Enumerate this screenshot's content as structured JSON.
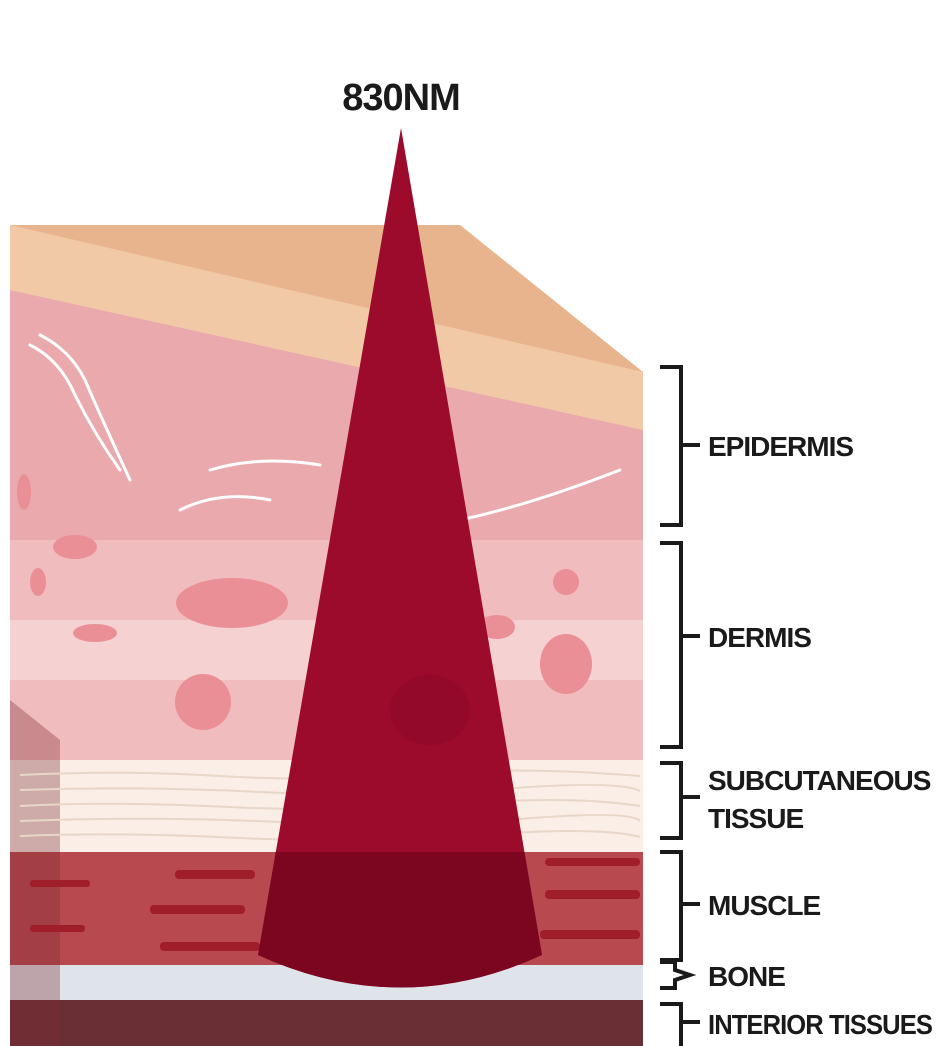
{
  "wavelength_label": "830NM",
  "layers": [
    {
      "id": "epidermis",
      "label_lines": [
        "EPIDERMIS"
      ]
    },
    {
      "id": "dermis",
      "label_lines": [
        "DERMIS"
      ]
    },
    {
      "id": "subcutaneous",
      "label_lines": [
        "SUBCUTANEOUS",
        "TISSUE"
      ]
    },
    {
      "id": "muscle",
      "label_lines": [
        "MUSCLE"
      ]
    },
    {
      "id": "bone",
      "label_lines": [
        "BONE"
      ]
    },
    {
      "id": "interior",
      "label_lines": [
        "INTERIOR TISSUES"
      ]
    }
  ],
  "colors": {
    "top_surface": "#e8b48d",
    "epidermis_band": "#f2c9a6",
    "epidermis_pink": "#e9a9ad",
    "dermis_light": "#f6d1d1",
    "dermis_mid": "#f1bcbe",
    "subcutaneous": "#faeee6",
    "muscle": "#b8494e",
    "muscle_stripe": "#a01d2a",
    "bone": "#dfe3ea",
    "interior": "#6a2f35",
    "beam": "#9c0a2c",
    "beam_dark": "#7c0620",
    "cell": "#ea8f95",
    "bracket": "#1a1a1a"
  }
}
